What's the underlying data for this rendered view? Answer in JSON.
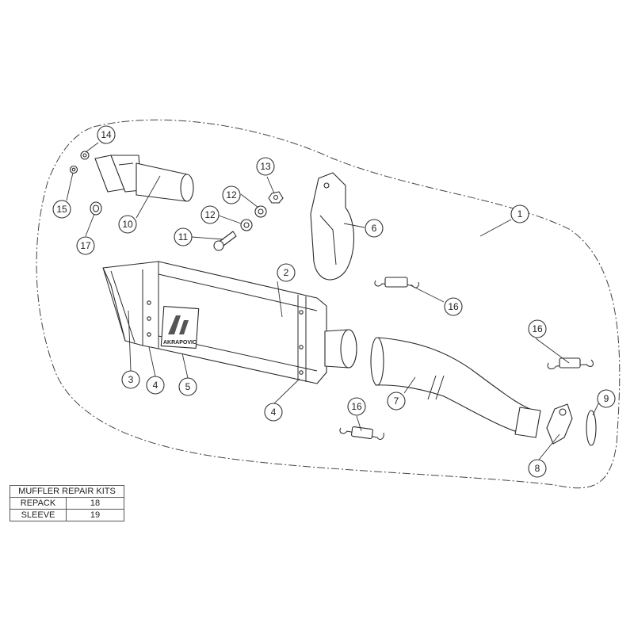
{
  "callouts": {
    "c1": "1",
    "c2": "2",
    "c3": "3",
    "c4a": "4",
    "c4b": "4",
    "c5": "5",
    "c6": "6",
    "c7": "7",
    "c8": "8",
    "c9": "9",
    "c10": "10",
    "c11": "11",
    "c12a": "12",
    "c12b": "12",
    "c13": "13",
    "c14": "14",
    "c15": "15",
    "c16a": "16",
    "c16b": "16",
    "c16c": "16",
    "c17": "17"
  },
  "muffler_logo": "AKRAPOVIC",
  "repair_kits": {
    "title": "MUFFLER REPAIR KITS",
    "rows": [
      {
        "name": "REPACK",
        "part": "18"
      },
      {
        "name": "SLEEVE",
        "part": "19"
      }
    ]
  }
}
